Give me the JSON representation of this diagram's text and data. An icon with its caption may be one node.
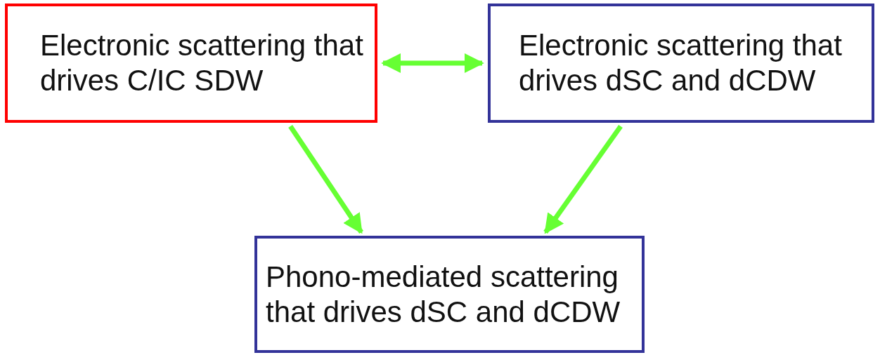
{
  "diagram": {
    "nodes": [
      {
        "text": [
          "Electronic scattering that drives C/IC SDW"
        ]
      },
      {
        "text": [
          "Electronic scattering that drives dSC and dCDW"
        ]
      },
      {
        "text": [
          "Phono-mediated scattering that drives dSC and dCDW"
        ]
      }
    ],
    "edges": [
      {
        "from": 0,
        "to": 1,
        "arrow": "both"
      },
      {
        "from": 0,
        "to": 2,
        "arrow": "to"
      },
      {
        "from": 1,
        "to": 2,
        "arrow": "to"
      }
    ]
  }
}
